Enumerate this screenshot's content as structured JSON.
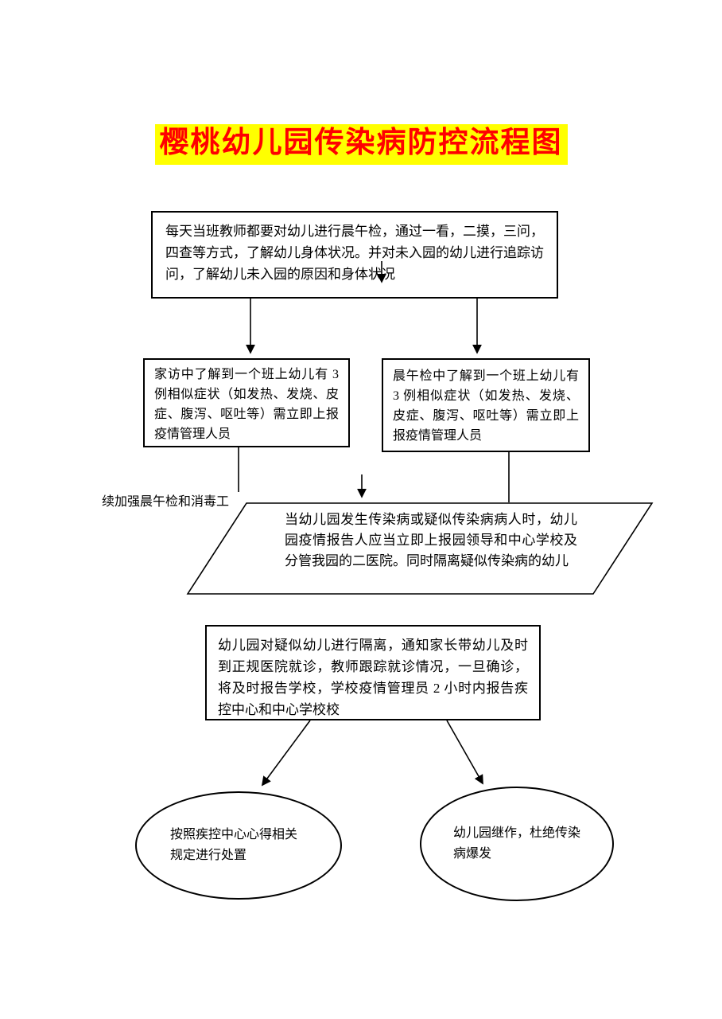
{
  "title": "樱桃幼儿园传染病防控流程图",
  "colors": {
    "title_text": "#ff0000",
    "title_highlight": "#ffff00",
    "shape_stroke": "#000000",
    "body_text": "#000000",
    "background": "#ffffff"
  },
  "nodes": {
    "daily_check": "每天当班教师都要对幼儿进行晨午检，通过一看，二摸，三问，四查等方式，了解幼儿身体状况。并对未入园的幼儿进行追踪访问，了解幼儿未入园的原因和身体状况",
    "home_visit": "家访中了解到一个班上幼儿有 3 例相似症状（如发热、发烧、皮症、腹泻、呕吐等）需立即上报疫情管理人员",
    "morning_check": "晨午检中了解到一个班上幼儿有 3 例相似症状（如发热、发烧、皮症、腹泻、呕吐等）需立即上报疫情管理人员",
    "strengthen_note": "续加强晨午检和消毒工",
    "report": "当幼儿园发生传染病或疑似传染病病人时，幼儿园疫情报告人应当立即上报园领导和中心学校及分管我园的二医院。同时隔离疑似传染病的幼儿",
    "isolate": "幼儿园对疑似幼儿进行隔离，通知家长带幼儿及时到正规医院就诊，教师跟踪就诊情况，一旦确诊，将及时报告学校，学校疫情管理员 2 小时内报告疾控中心和中心学校校",
    "dispose": "按照疾控中心心得相关规定进行处置",
    "prevent": "幼儿园继作，杜绝传染病爆发"
  }
}
